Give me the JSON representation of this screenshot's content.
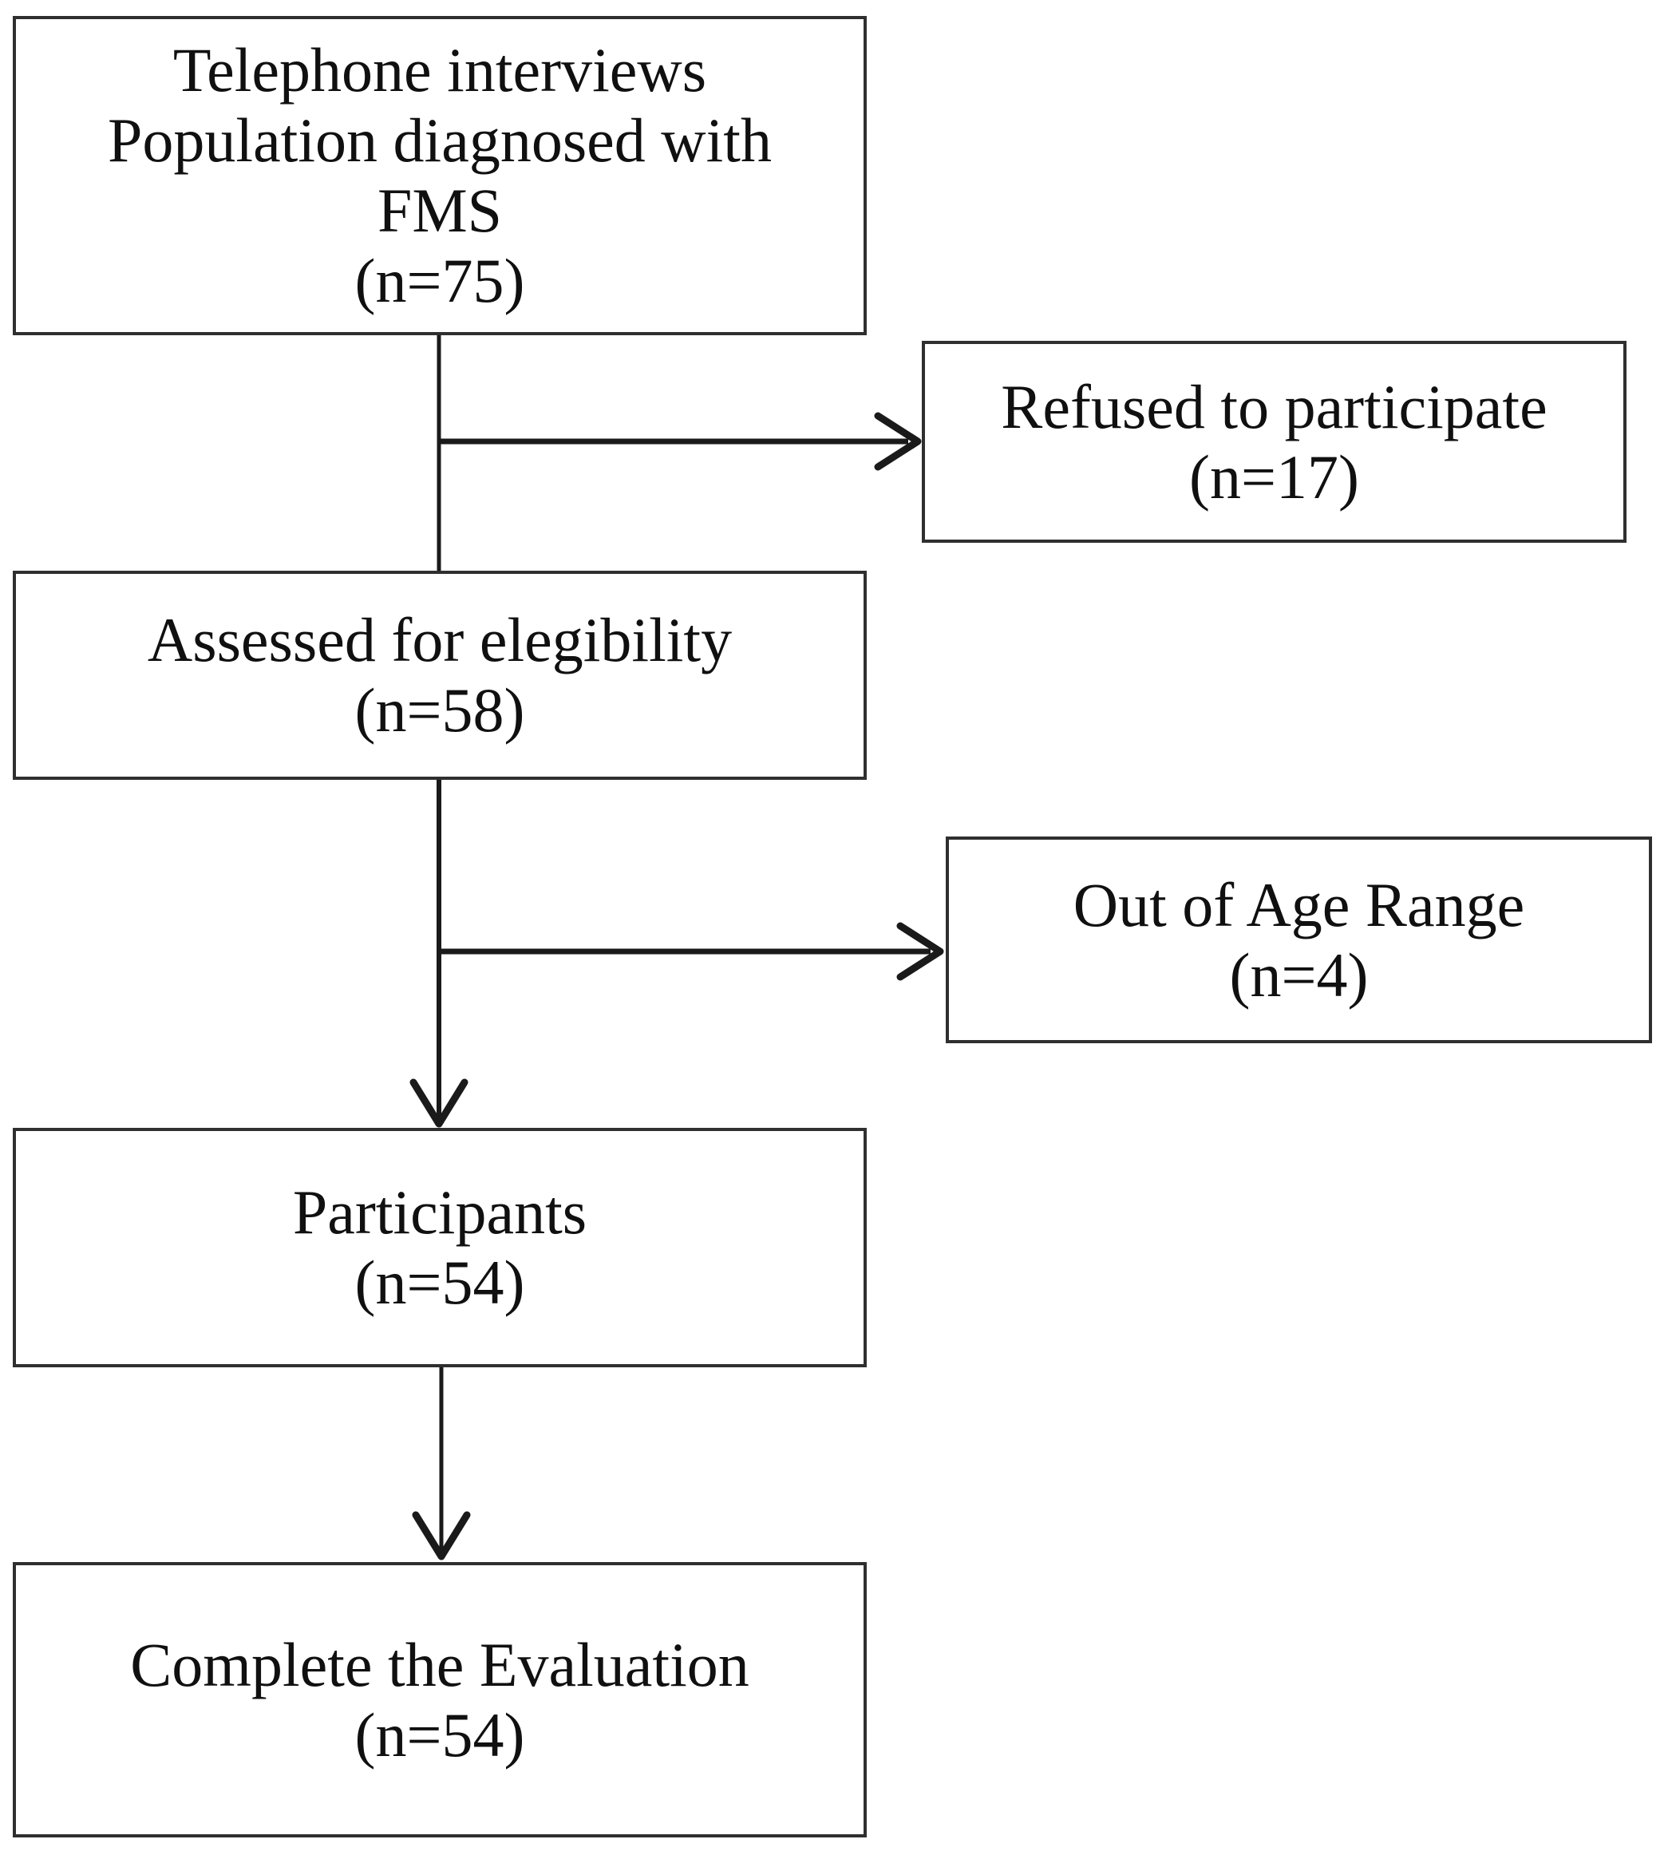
{
  "flowchart": {
    "nodes": [
      {
        "id": "telephone-interviews",
        "lines": [
          "Telephone interviews",
          "Population diagnosed with",
          "FMS",
          "(n=75)"
        ]
      },
      {
        "id": "refused-to-participate",
        "lines": [
          "Refused to participate",
          "(n=17)"
        ]
      },
      {
        "id": "assessed-for-elegibility",
        "lines": [
          "Assessed for elegibility",
          "(n=58)"
        ]
      },
      {
        "id": "out-of-age-range",
        "lines": [
          "Out of Age Range",
          "(n=4)"
        ]
      },
      {
        "id": "participants",
        "lines": [
          "Participants",
          "(n=54)"
        ]
      },
      {
        "id": "complete-the-evaluation",
        "lines": [
          "Complete the Evaluation",
          "(n=54)"
        ]
      }
    ],
    "edges": [
      {
        "from": "telephone-interviews",
        "to": "assessed-for-elegibility",
        "type": "line"
      },
      {
        "from": "telephone-interviews",
        "to": "refused-to-participate",
        "type": "arrow"
      },
      {
        "from": "assessed-for-elegibility",
        "to": "participants",
        "type": "arrow"
      },
      {
        "from": "assessed-for-elegibility",
        "to": "out-of-age-range",
        "type": "arrow"
      },
      {
        "from": "participants",
        "to": "complete-the-evaluation",
        "type": "arrow"
      }
    ],
    "colors": {
      "stroke": "#1a1a1a",
      "border": "#2f2f2f",
      "text": "#101010",
      "background": "#ffffff"
    }
  }
}
